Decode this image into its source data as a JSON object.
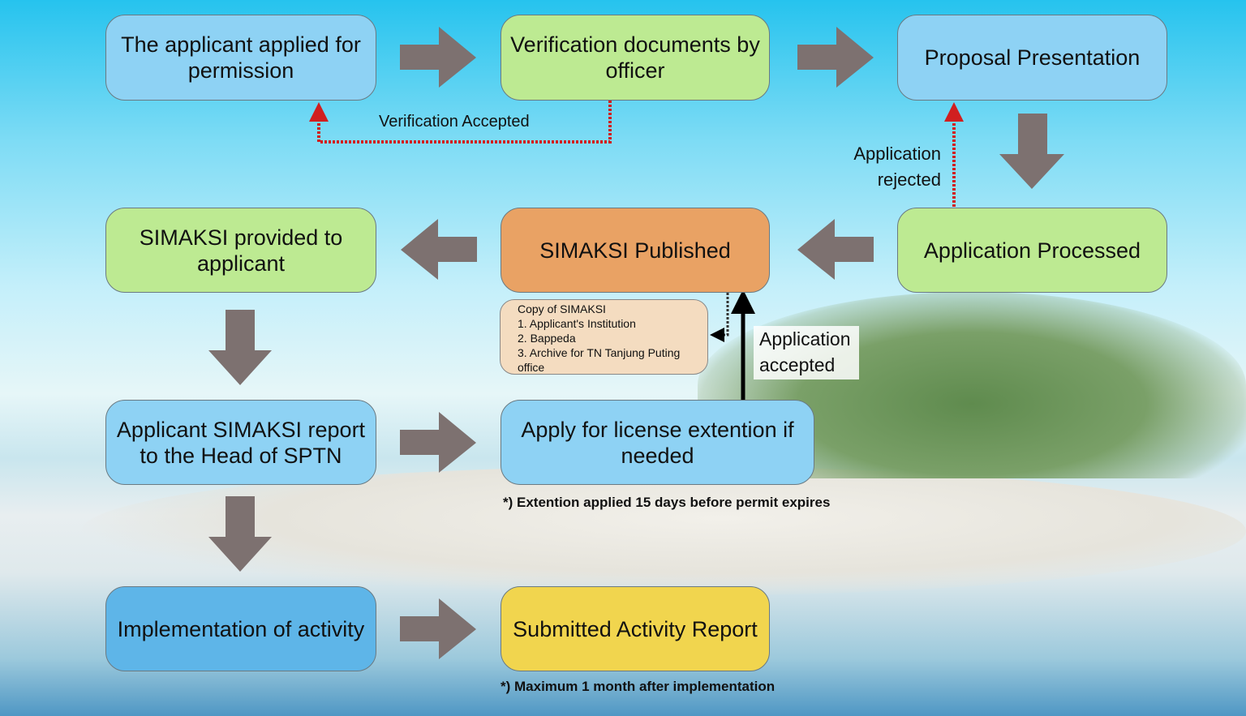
{
  "steps": {
    "applied": "The applicant applied for permission",
    "verification": "Verification documents by officer",
    "proposal": "Proposal Presentation",
    "processed": "Application Processed",
    "published": "SIMAKSI Published",
    "provided": "SIMAKSI provided to applicant",
    "report_head": "Applicant SIMAKSI report to the Head of SPTN",
    "extension": "Apply for license extention if needed",
    "implementation": "Implementation of activity",
    "submitted": "Submitted Activity Report"
  },
  "copy_box": {
    "title": "Copy of SIMAKSI",
    "items": [
      "1. Applicant's Institution",
      "2. Bappeda",
      "3. Archive for TN Tanjung Puting",
      "office"
    ]
  },
  "labels": {
    "verification_accepted": "Verification Accepted",
    "rejected_line1": "Application",
    "rejected_line2": "rejected",
    "accepted_line1": "Application",
    "accepted_line2": "accepted"
  },
  "notes": {
    "extension": "*) Extention applied 15 days before permit expires",
    "report": "*) Maximum 1 month after implementation"
  },
  "colors": {
    "flow_arrow": "#7d7170",
    "reject_line": "#d11f1f"
  }
}
